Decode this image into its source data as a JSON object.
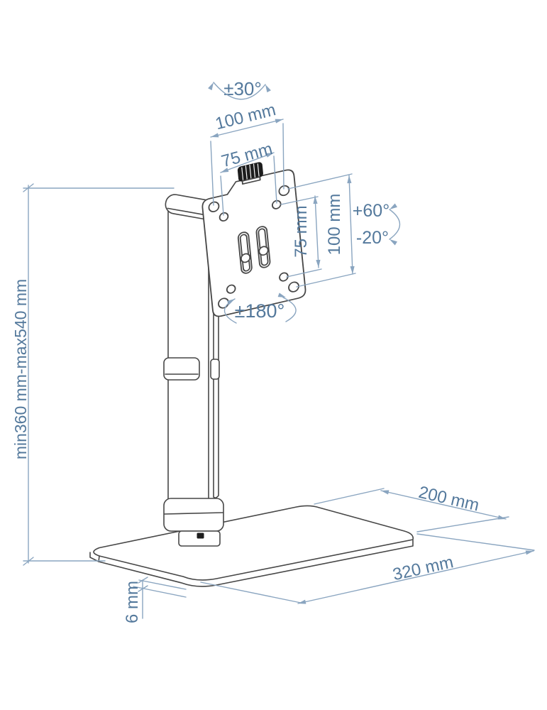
{
  "diagram": {
    "type": "technical-drawing",
    "subject": "freestanding monitor desk stand with VESA mount plate",
    "colors": {
      "background": "#ffffff",
      "line_art": "#474747",
      "dimension_line": "#8aa5c0",
      "dimension_text": "#54799c",
      "knob": "#1d1d1d"
    },
    "annotations": {
      "swivel": "±30°",
      "vesa_outer_width": "100 mm",
      "vesa_inner_width": "75 mm",
      "vesa_inner_height": "75 mm",
      "vesa_outer_height": "100 mm",
      "tilt_up": "+60°",
      "tilt_down": "-20°",
      "rotation": "±180°",
      "height_range": "min360 mm-max540 mm",
      "base_depth": "200 mm",
      "base_width": "320 mm",
      "base_thickness": "6 mm"
    }
  }
}
